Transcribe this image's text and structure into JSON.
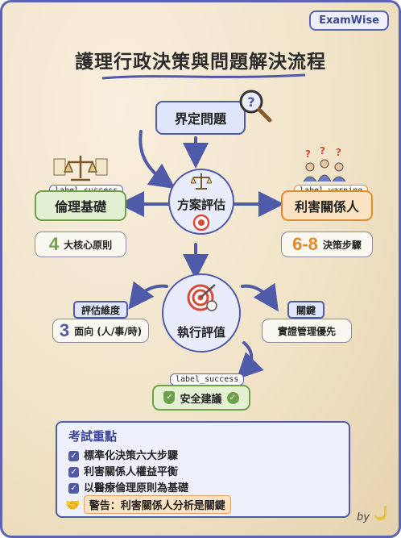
{
  "brand": "ExamWise",
  "title": "護理行政決策與問題解決流程",
  "nodes": {
    "define": "界定問題",
    "options": "方案評估",
    "ethics": "倫理基礎",
    "stakeholders": "利害關係人",
    "execute": "執行評值"
  },
  "tags": {
    "ethics": "label_success",
    "stakeholders": "label_warning",
    "safety": "label_success"
  },
  "facts": {
    "ethics_num": "4",
    "ethics_text": "大核心原則",
    "stake_num": "6-8",
    "stake_text": "決策步驟",
    "dim_title": "評估維度",
    "dim_num": "3",
    "dim_text": "面向 (人/事/時)",
    "key_title": "關鍵",
    "key_text": "實證管理優先",
    "safety_text": "安全建議"
  },
  "key_points": {
    "title": "考試重點",
    "items": [
      "標準化決策六大步驟",
      "利害關係人權益平衡",
      "以醫療倫理原則為基礎"
    ],
    "warning": "警告：利害關係人分析是關鍵"
  },
  "signature": "by",
  "colors": {
    "accent": "#4f5aa8",
    "success": "#6ea04a",
    "warning": "#e08a2c"
  },
  "icons": [
    "magnifier-question-icon",
    "scales-icon",
    "target-icon",
    "check-shield-icon",
    "handshake-icon",
    "banana-icon"
  ]
}
